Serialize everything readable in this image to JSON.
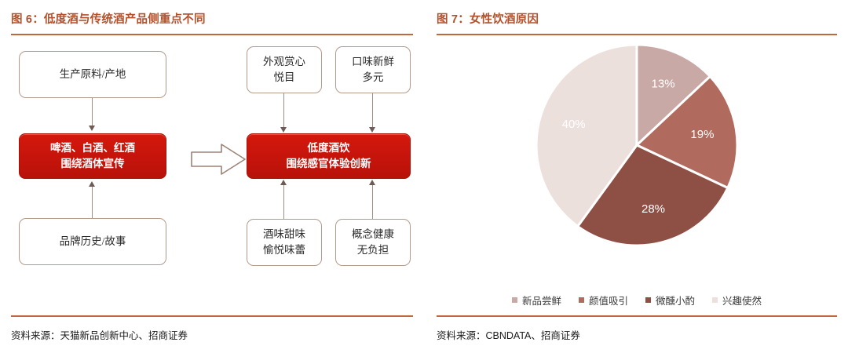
{
  "left": {
    "title": "图 6：低度酒与传统酒产品侧重点不同",
    "source": "资料来源：天猫新品创新中心、招商证券",
    "nodes": {
      "left_top": "生产原料/产地",
      "left_center_line1": "啤酒、白酒、红酒",
      "left_center_line2": "围绕酒体宣传",
      "left_bottom": "品牌历史/故事",
      "right_top_1_line1": "外观赏心",
      "right_top_1_line2": "悦目",
      "right_top_2_line1": "口味新鲜",
      "right_top_2_line2": "多元",
      "right_center_line1": "低度酒饮",
      "right_center_line2": "围绕感官体验创新",
      "right_bottom_1_line1": "酒味甜味",
      "right_bottom_1_line2": "愉悦味蕾",
      "right_bottom_2_line1": "概念健康",
      "right_bottom_2_line2": "无负担"
    },
    "transition_arrow": "block-arrow-right"
  },
  "right": {
    "title": "图 7：女性饮酒原因",
    "source": "资料来源：CBNDATA、招商证券"
  },
  "chart_data": {
    "type": "pie",
    "title": "图 7：女性饮酒原因",
    "categories": [
      "新品尝鲜",
      "颜值吸引",
      "微醺小酌",
      "兴趣使然"
    ],
    "values": [
      13,
      19,
      28,
      40
    ],
    "labels": [
      "13%",
      "19%",
      "28%",
      "40%"
    ],
    "colors": [
      "#c9a9a6",
      "#b06a5e",
      "#8e4f45",
      "#ece0dd"
    ],
    "legend_position": "bottom",
    "start_angle_deg": 0,
    "direction": "clockwise",
    "unit": "%"
  },
  "theme": {
    "accent": "#c1673d",
    "title_color": "#b4502a",
    "node_border": "#b59a8c",
    "red_box": "#c5140b",
    "connector": "#a08e86"
  }
}
